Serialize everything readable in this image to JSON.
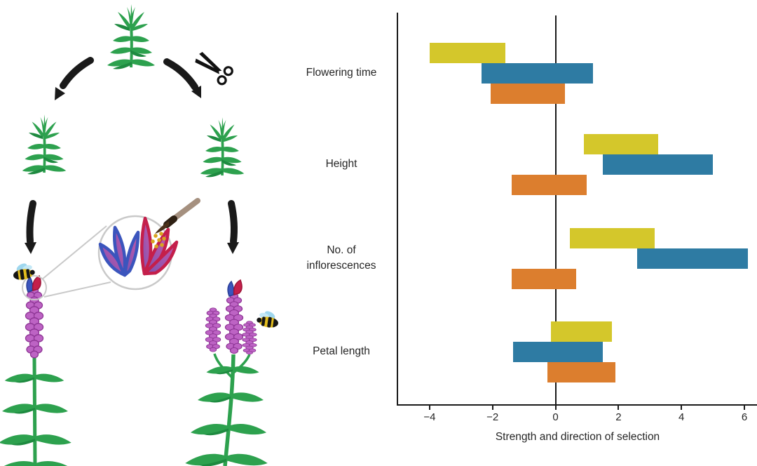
{
  "figure": {
    "background": "#ffffff"
  },
  "illustration": {
    "icons": [
      "parent-plant-sprig",
      "arrow-down-left-icon",
      "arrow-down-right-icon",
      "scissors-icon",
      "left-cutting-sprig",
      "right-cutting-sprig",
      "arrow-down-icon",
      "hand-pollinated-plant",
      "open-pollinated-plant",
      "bee-icon",
      "magnifier-circle",
      "inset-flower-blue-fan",
      "inset-flower-red-fan",
      "paintbrush-icon",
      "pollen-dots"
    ],
    "colors": {
      "plant_green": "#2da14e",
      "plant_green_dark": "#1e8a40",
      "spike_purple": "#bd63c4",
      "spike_purple_dark": "#8d3594",
      "flower_blue": "#3b55bd",
      "flower_red": "#c41f4b",
      "flower_purple_blend": "#a556ae",
      "pollen_gold": "#d9a41e",
      "brush_handle": "#a5907f",
      "brush_bristles": "#4a3019",
      "arrow_black": "#1a1a1a",
      "bee_yellow": "#e3bd1d",
      "bee_black": "#151515",
      "wing_blue": "#9fd7ee",
      "outline_gray": "#c9c9c9"
    }
  },
  "chart_data": {
    "type": "bar",
    "orientation": "horizontal",
    "title": "",
    "xlabel": "Strength and direction of selection",
    "ylabel": "",
    "categories": [
      "Flowering time",
      "Height",
      "No. of inflorescences",
      "Petal length"
    ],
    "series": [
      {
        "name": "yellow",
        "color": "#d4c72b",
        "bars": [
          {
            "from": -4.0,
            "to": -1.6
          },
          {
            "from": 0.9,
            "to": 3.25
          },
          {
            "from": 0.45,
            "to": 3.15
          },
          {
            "from": -0.15,
            "to": 1.8
          }
        ]
      },
      {
        "name": "blue",
        "color": "#2e7ba3",
        "bars": [
          {
            "from": -2.35,
            "to": 1.2
          },
          {
            "from": 1.5,
            "to": 5.0
          },
          {
            "from": 2.6,
            "to": 6.1
          },
          {
            "from": -1.35,
            "to": 1.5
          }
        ]
      },
      {
        "name": "orange",
        "color": "#dc7e2e",
        "bars": [
          {
            "from": -2.05,
            "to": 0.3
          },
          {
            "from": -1.4,
            "to": 1.0
          },
          {
            "from": -1.4,
            "to": 0.65
          },
          {
            "from": -0.25,
            "to": 1.9
          }
        ]
      }
    ],
    "xticks": [
      {
        "value": -4,
        "label": "−4"
      },
      {
        "value": -2,
        "label": "−2"
      },
      {
        "value": 0,
        "label": "0"
      },
      {
        "value": 2,
        "label": "2"
      },
      {
        "value": 4,
        "label": "4"
      },
      {
        "value": 6,
        "label": "6"
      }
    ],
    "xlim": [
      -5.0,
      6.4
    ],
    "zero_line": true,
    "grid": false,
    "legend": "none"
  }
}
